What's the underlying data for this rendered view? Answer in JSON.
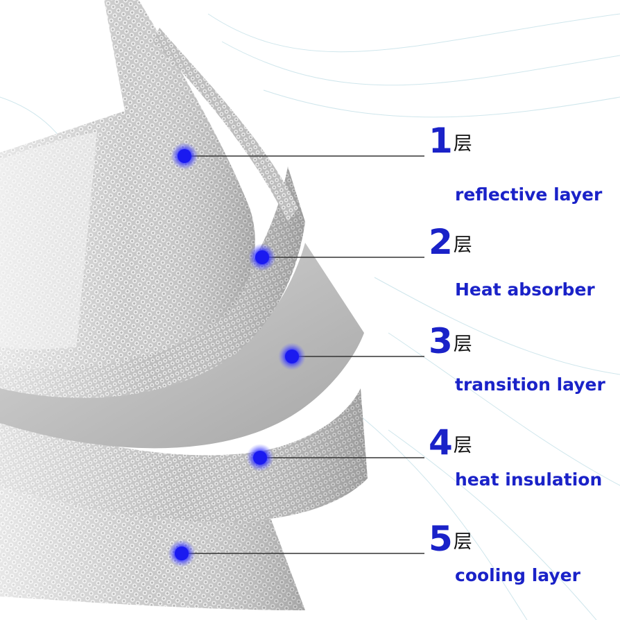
{
  "layers": [
    {
      "number": "1",
      "suffix": "层",
      "label": "reflective layer"
    },
    {
      "number": "2",
      "suffix": "层",
      "label": "Heat absorber"
    },
    {
      "number": "3",
      "suffix": "层",
      "label": "transition layer"
    },
    {
      "number": "4",
      "suffix": "层",
      "label": "heat insulation"
    },
    {
      "number": "5",
      "suffix": "层",
      "label": "cooling layer"
    }
  ],
  "colors": {
    "accent_text": "#1a22c8",
    "marker": "#1a1af0",
    "leader_line": "#333333",
    "sheet_light": "#e6e6e6",
    "sheet_dark": "#9a9a9a"
  }
}
